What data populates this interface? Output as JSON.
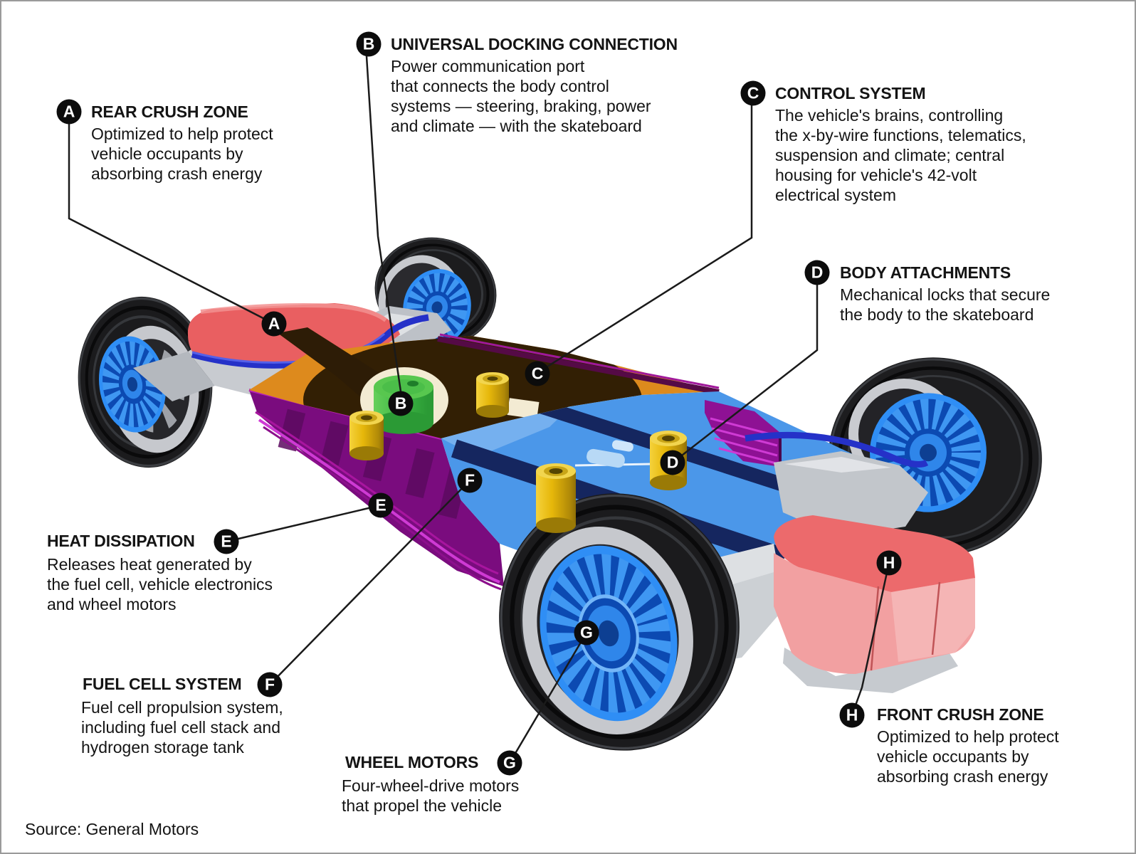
{
  "callouts": {
    "a": {
      "letter": "A",
      "title": "REAR CRUSH ZONE",
      "desc": "Optimized to help protect\nvehicle occupants by\nabsorbing crash energy"
    },
    "b": {
      "letter": "B",
      "title": "UNIVERSAL DOCKING CONNECTION",
      "desc": "Power communication port\nthat connects the body control\nsystems — steering, braking, power\nand climate — with the skateboard"
    },
    "c": {
      "letter": "C",
      "title": "CONTROL SYSTEM",
      "desc": "The vehicle's brains, controlling\nthe x-by-wire functions, telematics,\nsuspension and climate; central\nhousing for vehicle's 42-volt\nelectrical system"
    },
    "d": {
      "letter": "D",
      "title": "BODY ATTACHMENTS",
      "desc": "Mechanical locks that secure\nthe body to the skateboard"
    },
    "e": {
      "letter": "E",
      "title": "HEAT DISSIPATION",
      "desc": "Releases heat generated by\nthe fuel cell, vehicle electronics\nand wheel motors"
    },
    "f": {
      "letter": "F",
      "title": "FUEL CELL SYSTEM",
      "desc": "Fuel cell propulsion system,\nincluding fuel cell stack and\nhydrogen storage tank"
    },
    "g": {
      "letter": "G",
      "title": "WHEEL MOTORS",
      "desc": "Four-wheel-drive motors\nthat propel the vehicle"
    },
    "h": {
      "letter": "H",
      "title": "FRONT CRUSH ZONE",
      "desc": "Optimized to help protect\nvehicle occupants by\nabsorbing crash energy"
    }
  },
  "source": "Source: General Motors",
  "colors": {
    "wheel_motor_blue": "#2f8ef5",
    "deck_orange": "#dd8a1d",
    "deck_blue": "#4b97e9",
    "heat_panel_purple": "#7a0c7e",
    "rear_crush_red": "#e95f61",
    "front_crush_pink": "#ec6a6c",
    "attachment_yellow": "#e2b205",
    "docking_green": "#3fb845",
    "callout_black": "#0c0c0c"
  }
}
